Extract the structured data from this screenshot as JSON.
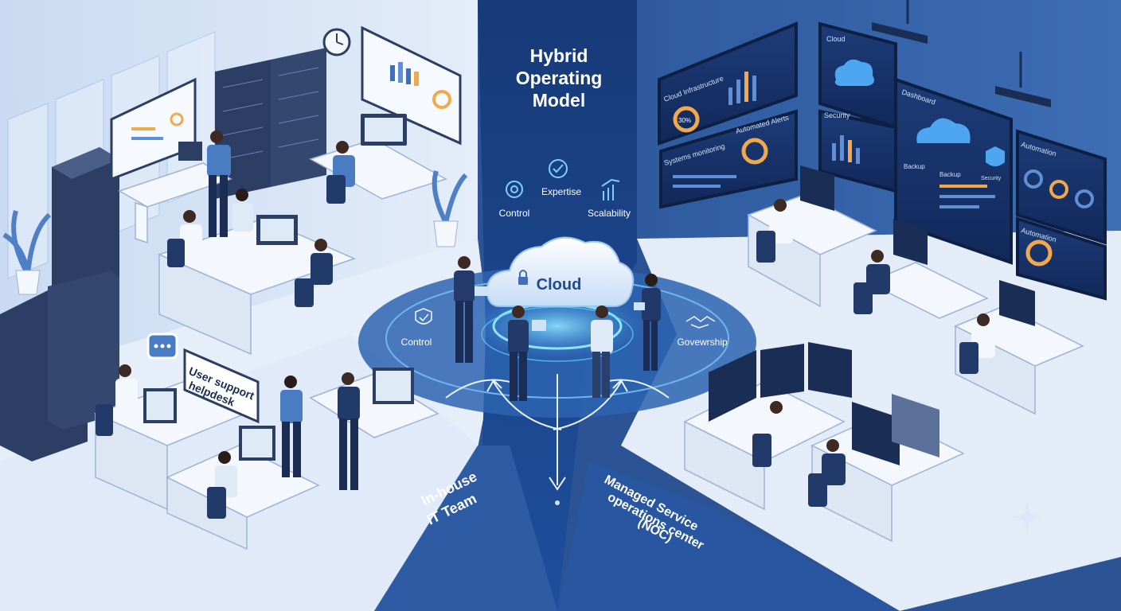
{
  "center": {
    "title_lines": [
      "Hybrid",
      "Operating",
      "Model"
    ],
    "icons": [
      {
        "label": "Control",
        "icon": "gear-shield-icon"
      },
      {
        "label": "Expertise",
        "icon": "gear-check-icon"
      },
      {
        "label": "Scalability",
        "icon": "growth-chart-icon"
      }
    ],
    "cloud_label": "Cloud",
    "cloud_icon": "lock-icon",
    "ring_labels": [
      {
        "label": "Control",
        "icon": "shield-check-icon"
      },
      {
        "label": "Govewrship",
        "icon": "handshake-icon"
      }
    ]
  },
  "left_zone": {
    "helpdesk_sign_lines": [
      "User support",
      "helpdesk"
    ],
    "chat_icon": "chat-bubble-icon",
    "label_lines": [
      "In-house",
      "IT Team"
    ]
  },
  "right_zone": {
    "label_lines": [
      "Managed Service",
      "operations center",
      "(NOC)"
    ],
    "screens": [
      {
        "title": "Cloud",
        "lines": []
      },
      {
        "title": "Cloud Infrastructure",
        "lines": [
          "30%"
        ]
      },
      {
        "title": "Security",
        "lines": []
      },
      {
        "title": "Automated Alerts",
        "lines": []
      },
      {
        "title": "Systems monitoring",
        "lines": []
      },
      {
        "title": "Dashboard",
        "lines": [
          "Backup",
          "Backup",
          "Security"
        ]
      },
      {
        "title": "Automation",
        "lines": []
      },
      {
        "title": "Automation",
        "lines": []
      }
    ]
  },
  "colors": {
    "accent_cyan": "#5fd4ff",
    "navy": "#1a3a72",
    "floor_light": "#e6eef9",
    "server_dark": "#2c3e63"
  }
}
